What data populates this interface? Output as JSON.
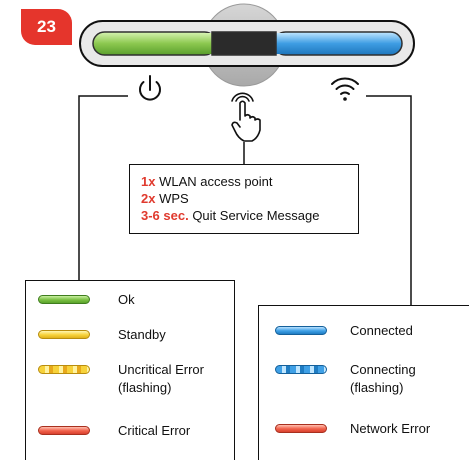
{
  "badge": {
    "number": "23"
  },
  "callout": {
    "rows": [
      {
        "key": "1x",
        "text": " WLAN access point"
      },
      {
        "key": "2x",
        "text": " WPS"
      },
      {
        "key": "3-6 sec.",
        "text": " Quit Service Message"
      }
    ]
  },
  "icons": {
    "left": "power-icon",
    "center": "touch-hand-icon",
    "right": "wifi-icon"
  },
  "led_legend": {
    "left": [
      {
        "label": "Ok",
        "color": "#7bc043"
      },
      {
        "label": "Standby",
        "color": "#f7d23a"
      },
      {
        "label": "Uncritical Error",
        "label2": "(flashing)",
        "color": "#f7d23a"
      },
      {
        "label": "Critical Error",
        "color": "#f1604a"
      }
    ],
    "right": [
      {
        "label": "Connected",
        "color": "#3fa0e6"
      },
      {
        "label": "Connecting",
        "label2": "(flashing)",
        "color": "#3fa0e6"
      },
      {
        "label": "Network Error",
        "color": "#f1604a"
      }
    ]
  },
  "colors": {
    "accent_red": "#e5352c",
    "green": "#7bc043",
    "blue": "#3fa0e6",
    "grey": "#bdbdbd"
  }
}
